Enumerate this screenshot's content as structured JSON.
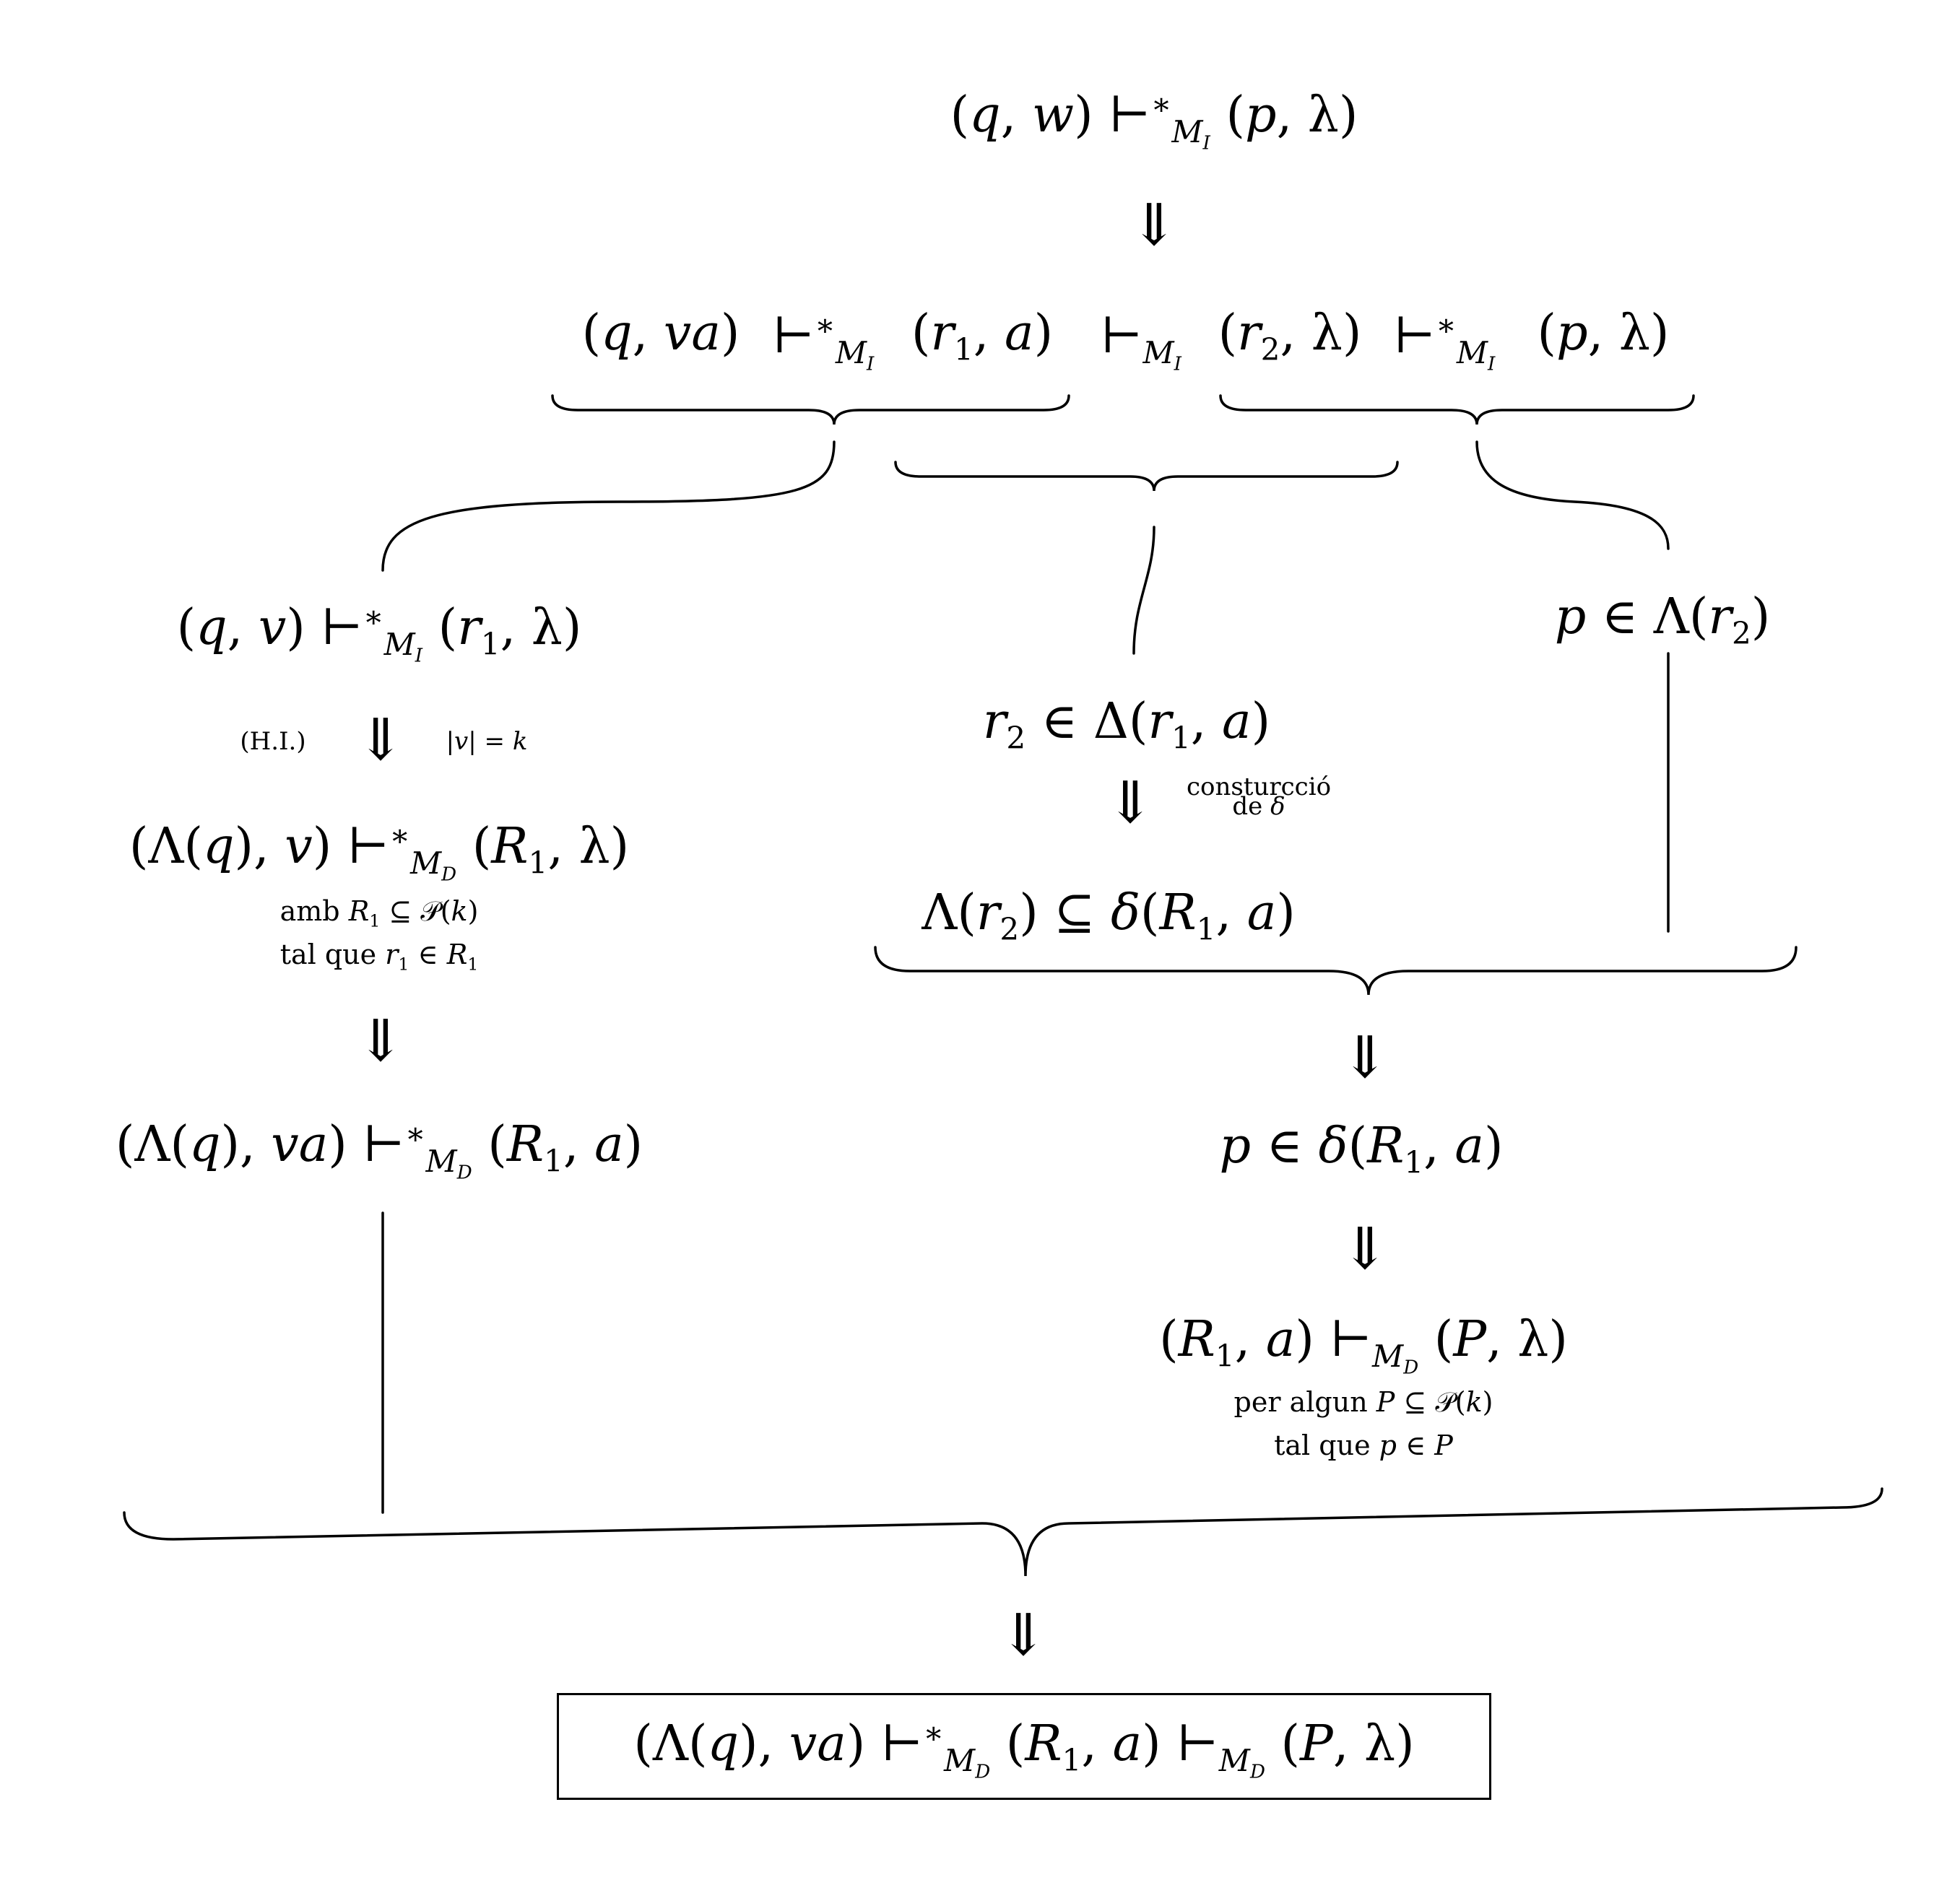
{
  "formulas": {
    "top": "(q, w) ⊢*_{M_I} (p, λ)",
    "chain": {
      "seg1": "(q, va)",
      "turn1": "⊢*_{M_I}",
      "seg2": "(r₁, a)",
      "turn2": "⊢_{M_I}",
      "seg3": "(r₂, λ)",
      "turn3": "⊢*_{M_I}",
      "seg4": "(p, λ)"
    },
    "left1": "(q, v) ⊢*_{M_I} (r₁, λ)",
    "hi_label": "(H.I.)",
    "hi_condition": "|v| = k",
    "left2": "(Λ(q), v) ⊢*_{M_D} (R₁, λ)",
    "left2_note1": "amb R₁ ⊆ 𝒫(k)",
    "left2_note2": "tal que r₁ ∈ R₁",
    "left3": "(Λ(q), va) ⊢*_{M_D} (R₁, a)",
    "mid1": "r₂ ∈ Δ(r₁, a)",
    "construction_line1": "consturcció",
    "construction_line2": "de δ",
    "mid2": "Λ(r₂) ⊆ δ(R₁, a)",
    "right1": "p ∈ Λ(r₂)",
    "right2": "p ∈ δ(R₁, a)",
    "right3": "(R₁, a) ⊢_{M_D} (P, λ)",
    "right3_note1": "per algun P ⊆ 𝒫(k)",
    "right3_note2": "tal que p ∈ P",
    "conclusion": "(Λ(q), va) ⊢*_{M_D} (R₁, a) ⊢_{M_D} (P, λ)"
  },
  "implication_symbol": "⇓"
}
